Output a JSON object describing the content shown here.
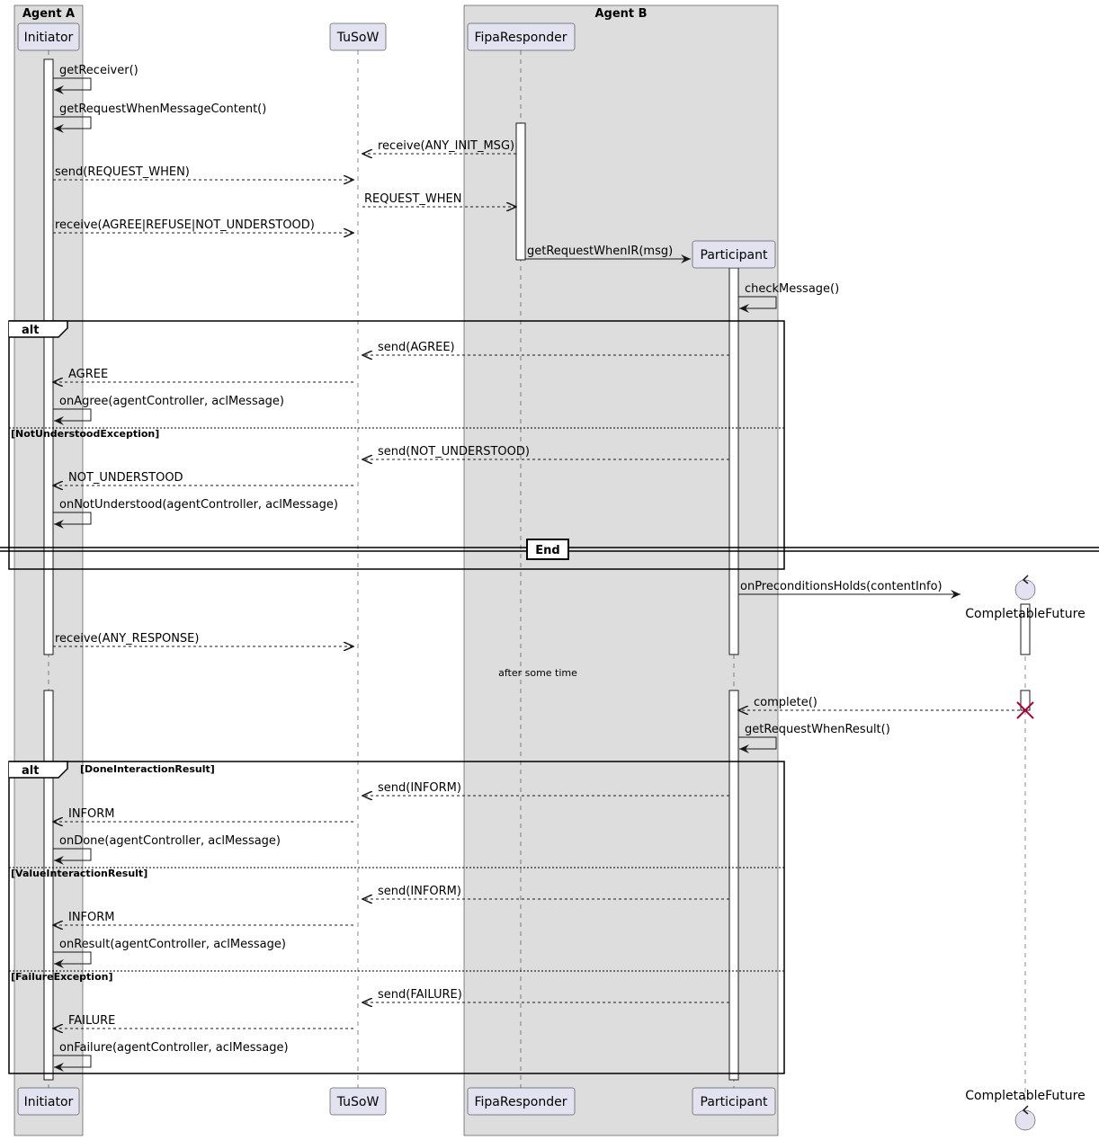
{
  "boxes": [
    {
      "id": "a",
      "title": "Agent A"
    },
    {
      "id": "b",
      "title": "Agent B"
    }
  ],
  "participants": {
    "initiator": "Initiator",
    "tusow": "TuSoW",
    "fipa": "FipaResponder",
    "participant": "Participant",
    "future": "CompletableFuture"
  },
  "messages": [
    {
      "from": "initiator",
      "to": "initiator",
      "label": "getReceiver()",
      "style": "solid"
    },
    {
      "from": "initiator",
      "to": "initiator",
      "label": "getRequestWhenMessageContent()",
      "style": "solid"
    },
    {
      "from": "fipa",
      "to": "tusow",
      "label": "receive(ANY_INIT_MSG)",
      "style": "dashed"
    },
    {
      "from": "initiator",
      "to": "tusow",
      "label": "send(REQUEST_WHEN)",
      "style": "dashed"
    },
    {
      "from": "tusow",
      "to": "fipa",
      "label": "REQUEST_WHEN",
      "style": "dashed"
    },
    {
      "from": "initiator",
      "to": "tusow",
      "label": "receive(AGREE|REFUSE|NOT_UNDERSTOOD)",
      "style": "dashed"
    },
    {
      "from": "fipa",
      "to": "participant",
      "label": "getRequestWhenIR(msg)",
      "style": "solid",
      "create": true
    },
    {
      "from": "participant",
      "to": "participant",
      "label": "checkMessage()",
      "style": "solid"
    },
    {
      "from": "participant",
      "to": "tusow",
      "label": "send(AGREE)",
      "style": "dashed"
    },
    {
      "from": "tusow",
      "to": "initiator",
      "label": "AGREE",
      "style": "dashed"
    },
    {
      "from": "initiator",
      "to": "initiator",
      "label": "onAgree(agentController, aclMessage)",
      "style": "solid"
    },
    {
      "from": "participant",
      "to": "tusow",
      "label": "send(NOT_UNDERSTOOD)",
      "style": "dashed"
    },
    {
      "from": "tusow",
      "to": "initiator",
      "label": "NOT_UNDERSTOOD",
      "style": "dashed"
    },
    {
      "from": "initiator",
      "to": "initiator",
      "label": "onNotUnderstood(agentController, aclMessage)",
      "style": "solid"
    },
    {
      "from": "participant",
      "to": "future",
      "label": "onPreconditionsHolds(contentInfo)",
      "style": "solid",
      "create": true
    },
    {
      "from": "initiator",
      "to": "tusow",
      "label": "receive(ANY_RESPONSE)",
      "style": "dashed"
    },
    {
      "from": "future",
      "to": "participant",
      "label": "complete()",
      "style": "dashed",
      "destroy": true
    },
    {
      "from": "participant",
      "to": "participant",
      "label": "getRequestWhenResult()",
      "style": "solid"
    },
    {
      "from": "participant",
      "to": "tusow",
      "label": "send(INFORM)",
      "style": "dashed"
    },
    {
      "from": "tusow",
      "to": "initiator",
      "label": "INFORM",
      "style": "dashed"
    },
    {
      "from": "initiator",
      "to": "initiator",
      "label": "onDone(agentController, aclMessage)",
      "style": "solid"
    },
    {
      "from": "participant",
      "to": "tusow",
      "label": "send(INFORM)",
      "style": "dashed"
    },
    {
      "from": "tusow",
      "to": "initiator",
      "label": "INFORM",
      "style": "dashed"
    },
    {
      "from": "initiator",
      "to": "initiator",
      "label": "onResult(agentController, aclMessage)",
      "style": "solid"
    },
    {
      "from": "participant",
      "to": "tusow",
      "label": "send(FAILURE)",
      "style": "dashed"
    },
    {
      "from": "tusow",
      "to": "initiator",
      "label": "FAILURE",
      "style": "dashed"
    },
    {
      "from": "initiator",
      "to": "initiator",
      "label": "onFailure(agentController, aclMessage)",
      "style": "solid"
    }
  ],
  "fragments": [
    {
      "keyword": "alt",
      "guard": "",
      "else": [
        "[NotUnderstoodException]"
      ]
    },
    {
      "keyword": "alt",
      "guard": "[DoneInteractionResult]",
      "else": [
        "[ValueInteractionResult]",
        "[FailureException]"
      ]
    }
  ],
  "divider": "End",
  "delay": "after some time",
  "colors": {
    "participant_fill": "#E2E2F0",
    "box_fill": "#DDDDDD",
    "destroy": "#A80036"
  }
}
